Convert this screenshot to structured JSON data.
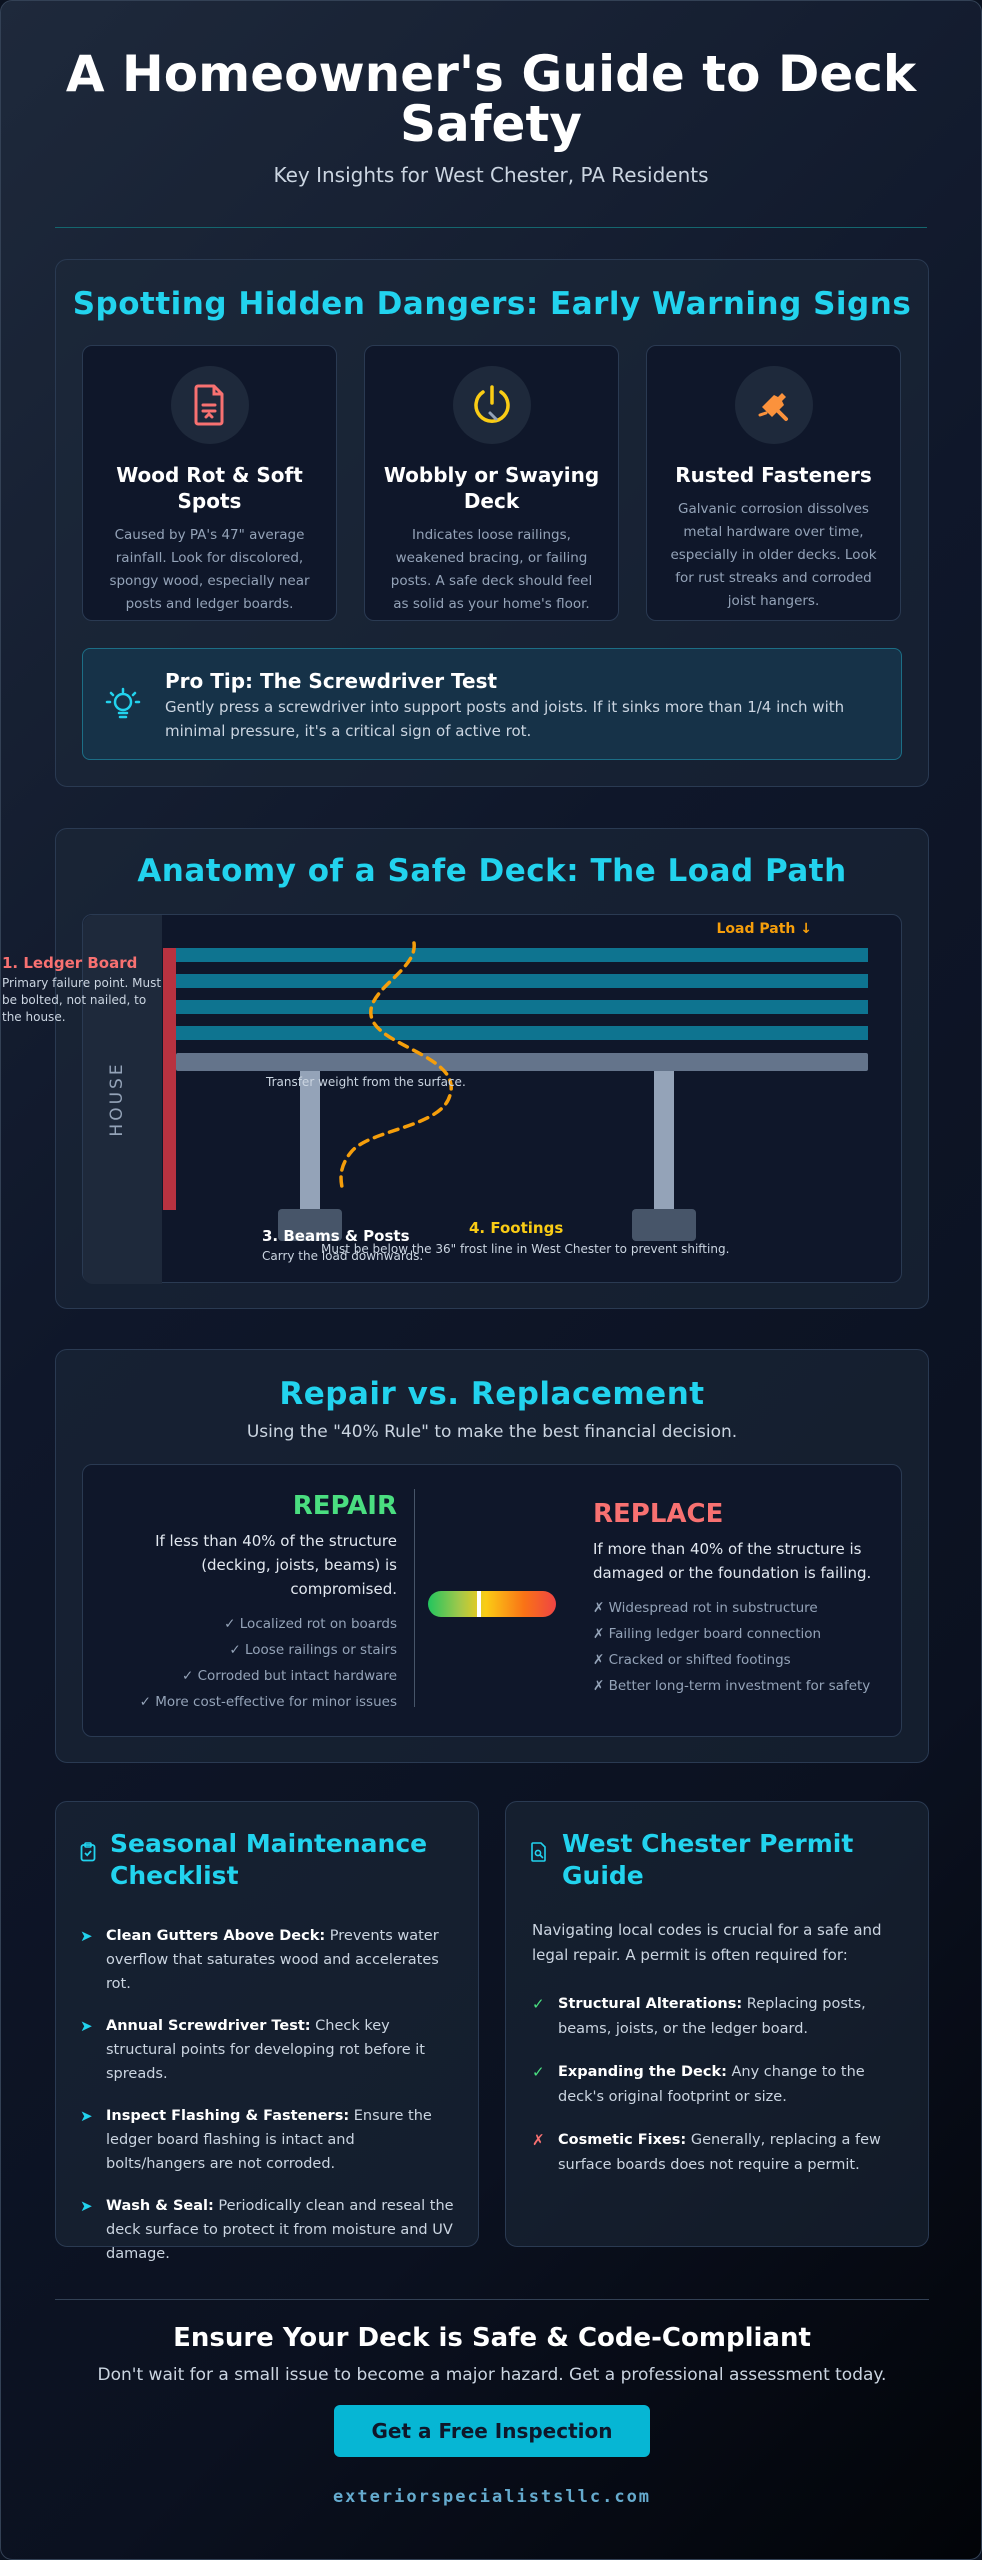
{
  "header": {
    "title": "A Homeowner's Guide to Deck Safety",
    "subtitle": "Key Insights for West Chester, PA Residents"
  },
  "dangers": {
    "title": "Spotting Hidden Dangers: Early Warning Signs",
    "cards": [
      {
        "icon": "document-rot-icon",
        "color": "#f87171",
        "title": "Wood Rot & Soft Spots",
        "text": "Caused by PA's 47\" average rainfall. Look for discolored, spongy wood, especially near posts and ledger boards."
      },
      {
        "icon": "power-wobble-icon",
        "color": "#facc15",
        "title": "Wobbly or Swaying Deck",
        "text": "Indicates loose railings, weakened bracing, or failing posts. A safe deck should feel as solid as your home's floor."
      },
      {
        "icon": "hammer-icon",
        "color": "#fb923c",
        "title": "Rusted Fasteners",
        "text": "Galvanic corrosion dissolves metal hardware over time, especially in older decks. Look for rust streaks and corroded joist hangers."
      }
    ],
    "protip": {
      "icon": "lightbulb-icon",
      "title": "Pro Tip: The Screwdriver Test",
      "text": "Gently press a screwdriver into support posts and joists. If it sinks more than 1/4 inch with minimal pressure, it's a critical sign of active rot."
    }
  },
  "anatomy": {
    "title": "Anatomy of a Safe Deck: The Load Path",
    "house_label": "HOUSE",
    "load_path_label": "Load Path ↓",
    "ledger_title": "1. Ledger Board",
    "ledger_text": [
      "Primary failure point. Must",
      "be bolted, not nailed, to",
      "the house."
    ],
    "joists_text": "Transfer weight from the surface.",
    "beams_title": "3. Beams & Posts",
    "beams_text": "Carry the load downwards.",
    "footings_title": "4. Footings",
    "footings_text": "Must be below the 36\" frost line in West Chester to prevent shifting.",
    "colors": {
      "ledger": "#b83240",
      "joist": "#0e7490",
      "beam": "#64748b",
      "post": "#94a3b8",
      "footing": "#475569",
      "load_path": "#f59e0b"
    }
  },
  "repair": {
    "title": "Repair vs. Replacement",
    "subtitle": "Using the \"40% Rule\" to make the best financial decision.",
    "repair_title": "REPAIR",
    "repair_desc": "If less than 40% of the structure (decking, joists, beams) is compromised.",
    "repair_items": [
      "✓ Localized rot on boards",
      "✓ Loose railings or stairs",
      "✓ Corroded but intact hardware",
      "✓ More cost-effective for minor issues"
    ],
    "replace_title": "REPLACE",
    "replace_desc": "If more than 40% of the structure is damaged or the foundation is failing.",
    "replace_items": [
      "✗ Widespread rot in substructure",
      "✗ Failing ledger board connection",
      "✗ Cracked or shifted footings",
      "✗ Better long-term investment for safety"
    ],
    "threshold_percent": 40
  },
  "season": {
    "title": "Seasonal Maintenance Checklist",
    "icon": "clipboard-check-icon",
    "items": [
      {
        "bold": "Clean Gutters Above Deck:",
        "text": " Prevents water overflow that saturates wood and accelerates rot."
      },
      {
        "bold": "Annual Screwdriver Test:",
        "text": " Check key structural points for developing rot before it spreads."
      },
      {
        "bold": "Inspect Flashing & Fasteners:",
        "text": " Ensure the ledger board flashing is intact and bolts/hangers are not corroded."
      },
      {
        "bold": "Wash & Seal:",
        "text": " Periodically clean and reseal the deck surface to protect it from moisture and UV damage."
      }
    ]
  },
  "permit": {
    "title": "West Chester Permit Guide",
    "icon": "document-search-icon",
    "intro": "Navigating local codes is crucial for a safe and legal repair. A permit is often required for:",
    "items": [
      {
        "mark": "✓",
        "color": "#4ade80",
        "bold": "Structural Alterations:",
        "text": " Replacing posts, beams, joists, or the ledger board."
      },
      {
        "mark": "✓",
        "color": "#4ade80",
        "bold": "Expanding the Deck:",
        "text": " Any change to the deck's original footprint or size."
      },
      {
        "mark": "✗",
        "color": "#f87171",
        "bold": "Cosmetic Fixes:",
        "text": " Generally, replacing a few surface boards does not require a permit."
      }
    ]
  },
  "footer": {
    "title": "Ensure Your Deck is Safe & Code-Compliant",
    "text": "Don't wait for a small issue to become a major hazard. Get a professional assessment today.",
    "cta": "Get a Free Inspection",
    "site": "exteriorspecialistsllc.com"
  }
}
